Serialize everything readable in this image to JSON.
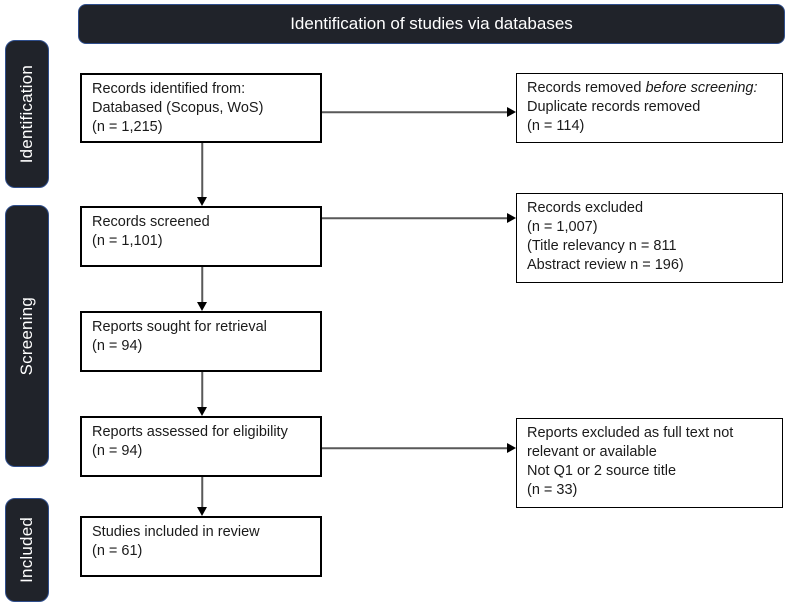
{
  "header": {
    "title": "Identification of studies via databases"
  },
  "sidebar": {
    "stages": [
      {
        "label": "Identification"
      },
      {
        "label": "Screening"
      },
      {
        "label": "Included"
      }
    ]
  },
  "flow": {
    "left_boxes": [
      {
        "name": "records-identified",
        "lines": [
          "Records identified from:",
          "Databased (Scopus, WoS)",
          "(n = 1,215)"
        ]
      },
      {
        "name": "records-screened",
        "lines": [
          "Records screened",
          "(n = 1,101)"
        ]
      },
      {
        "name": "reports-sought",
        "lines": [
          "Reports sought for retrieval",
          "(n = 94)"
        ]
      },
      {
        "name": "reports-assessed",
        "lines": [
          "Reports assessed for eligibility",
          "(n = 94)"
        ]
      },
      {
        "name": "studies-included",
        "lines": [
          "Studies included in review",
          "(n = 61)"
        ]
      }
    ],
    "right_boxes": [
      {
        "name": "records-removed",
        "line1_normal": "Records removed ",
        "line1_italic": "before screening:",
        "lines": [
          "Duplicate records removed",
          "(n = 114)"
        ]
      },
      {
        "name": "records-excluded",
        "lines": [
          "Records excluded",
          "(n = 1,007)",
          "(Title relevancy n = 811",
          "Abstract review n = 196)"
        ]
      },
      {
        "name": "reports-excluded-fulltext",
        "lines": [
          "Reports excluded as full text not relevant or available",
          "Not Q1 or 2 source title",
          "(n = 33)"
        ]
      }
    ]
  },
  "colors": {
    "dark-fill": "#20232a",
    "dark-border": "#2f4e8c",
    "box-border": "#000000",
    "line": "#595959",
    "text-light": "#ffffff",
    "text-dark": "#1a1a1a"
  }
}
